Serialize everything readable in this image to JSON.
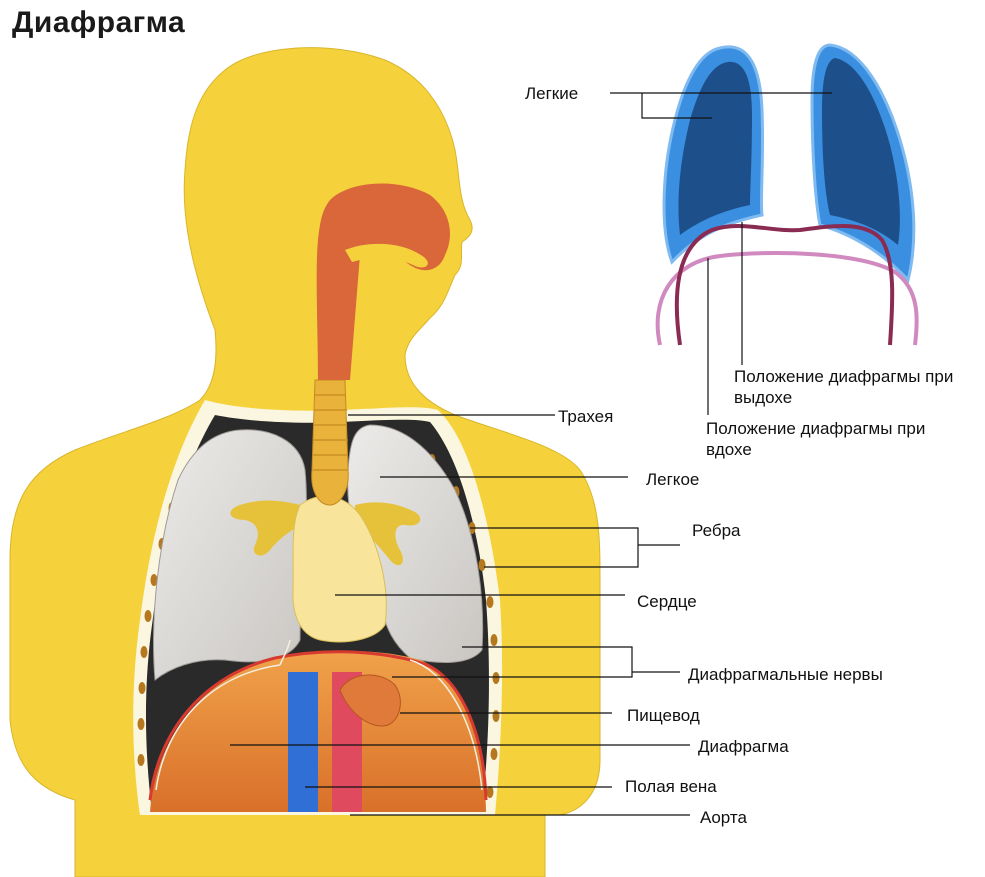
{
  "title": "Диафрагма",
  "labels": {
    "lungs_top": "Легкие",
    "exhale": "Положение диафрагмы при выдохе",
    "inhale": "Положение диафрагмы при вдохе",
    "trachea": "Трахея",
    "lung": "Легкое",
    "ribs": "Ребра",
    "heart": "Сердце",
    "phrenic_nerves": "Диафрагмальные нервы",
    "esophagus": "Пищевод",
    "diaphragm": "Диафрагма",
    "vena_cava": "Полая вена",
    "aorta": "Аорта"
  },
  "colors": {
    "skin": "#f5d23c",
    "skin_dark": "#e7b92a",
    "lung_grey": "#d9d7d4",
    "muscle": "#e3893a",
    "vein_blue": "#2f6fd6",
    "aorta_red": "#e04a5e",
    "lung_blue": "#3b8fe0",
    "lung_blue_dark": "#1d4f8a",
    "exhale_line": "#8a2b52",
    "inhale_line": "#d08ac0",
    "airway": "#d9673a"
  }
}
